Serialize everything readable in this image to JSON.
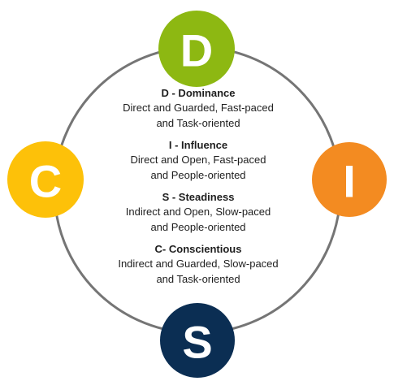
{
  "colors": {
    "ring": "#757575",
    "d": "#8DB812",
    "i": "#F38B21",
    "s": "#0B2E53",
    "c": "#FDC109",
    "text": "#1e1e1e"
  },
  "nodes": {
    "d": {
      "letter": "D"
    },
    "i": {
      "letter": "I"
    },
    "s": {
      "letter": "S"
    },
    "c": {
      "letter": "C"
    }
  },
  "styles": [
    {
      "heading": "D - Dominance",
      "line1": "Direct and Guarded, Fast-paced",
      "line2": "and Task-oriented"
    },
    {
      "heading": "I - Influence",
      "line1": "Direct and Open, Fast-paced",
      "line2": "and People-oriented"
    },
    {
      "heading": "S - Steadiness",
      "line1": "Indirect and Open, Slow-paced",
      "line2": "and People-oriented"
    },
    {
      "heading": "C- Conscientious",
      "line1": "Indirect and Guarded, Slow-paced",
      "line2": "and Task-oriented"
    }
  ]
}
